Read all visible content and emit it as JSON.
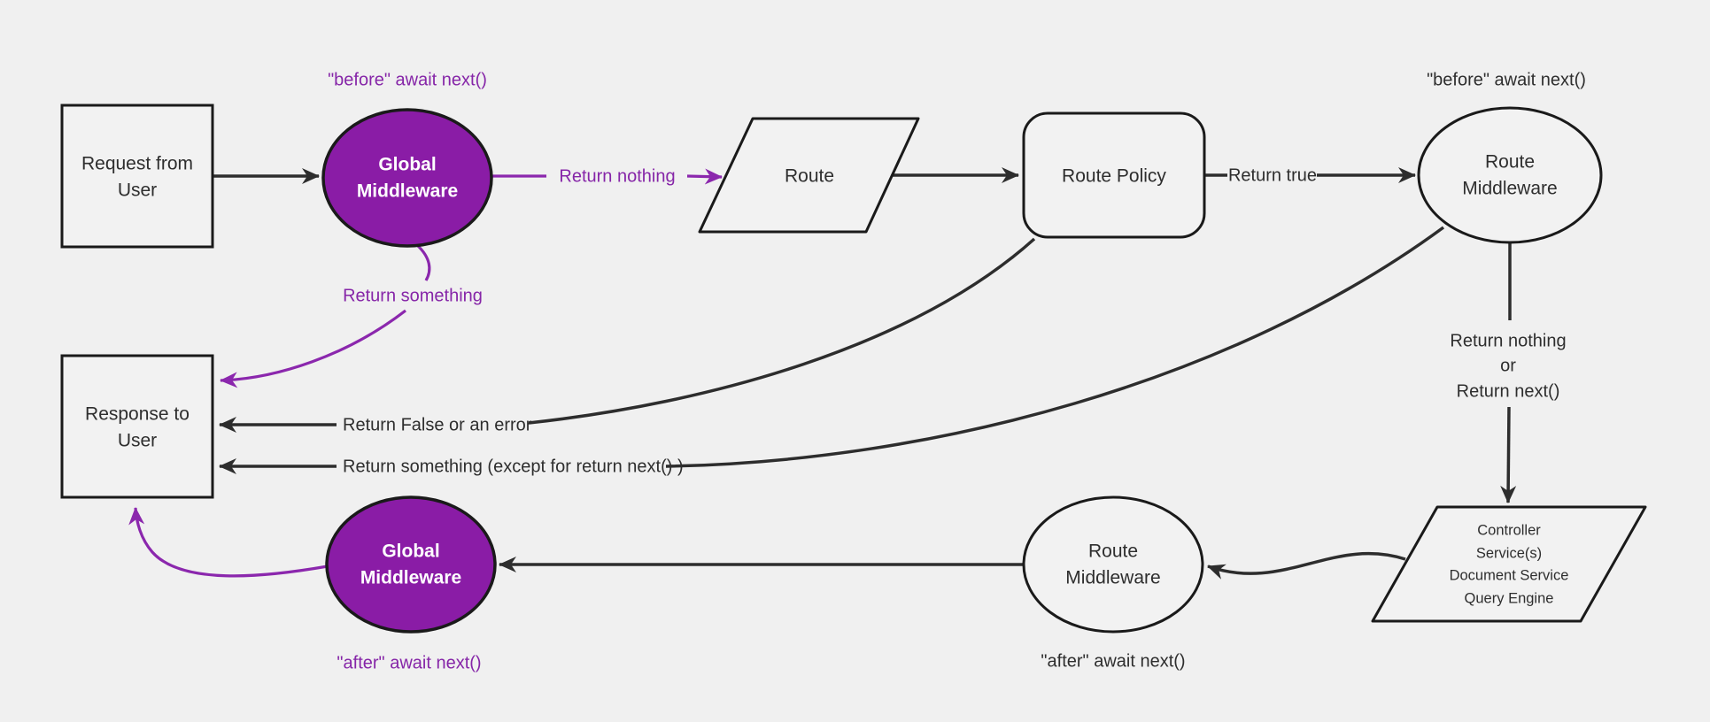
{
  "colors": {
    "background": "#f0f0f0",
    "node_fill": "#f2f2f2",
    "node_stroke": "#1a1a1a",
    "edge_stroke": "#2d2d2d",
    "purple_fill": "#8a1ca6",
    "purple_stroke": "#8b27ad",
    "text_dark": "#2e2e2e",
    "text_purple": "#8626a8",
    "text_white": "#ffffff"
  },
  "nodes": {
    "request": {
      "shape": "rectangle",
      "label_lines": [
        "Request from",
        "User"
      ]
    },
    "global_middleware_top": {
      "shape": "ellipse",
      "label_lines": [
        "Global",
        "Middleware"
      ]
    },
    "route": {
      "shape": "parallelogram",
      "label_lines": [
        "Route"
      ]
    },
    "route_policy": {
      "shape": "rounded-rectangle",
      "label_lines": [
        "Route Policy"
      ]
    },
    "route_middleware_top": {
      "shape": "ellipse",
      "label_lines": [
        "Route",
        "Middleware"
      ]
    },
    "controller": {
      "shape": "parallelogram",
      "label_lines": [
        "Controller",
        "Service(s)",
        "Document Service",
        "Query Engine"
      ]
    },
    "route_middleware_bottom": {
      "shape": "ellipse",
      "label_lines": [
        "Route",
        "Middleware"
      ]
    },
    "global_middleware_bottom": {
      "shape": "ellipse",
      "label_lines": [
        "Global",
        "Middleware"
      ]
    },
    "response": {
      "shape": "rectangle",
      "label_lines": [
        "Response to",
        "User"
      ]
    }
  },
  "edge_labels": {
    "before_await_next_global": "\"before\" await next()",
    "return_nothing_global": "Return nothing",
    "return_true": "Return true",
    "before_await_next_route": "\"before\" await next()",
    "return_nothing_or_next_lines": [
      "Return nothing",
      "or",
      "Return next()"
    ],
    "after_await_next_route": "\"after\" await next()",
    "after_await_next_global": "\"after\" await next()",
    "return_something": "Return something",
    "return_false_or_error": "Return False or an error",
    "return_something_except": "Return something (except for return next() )"
  }
}
